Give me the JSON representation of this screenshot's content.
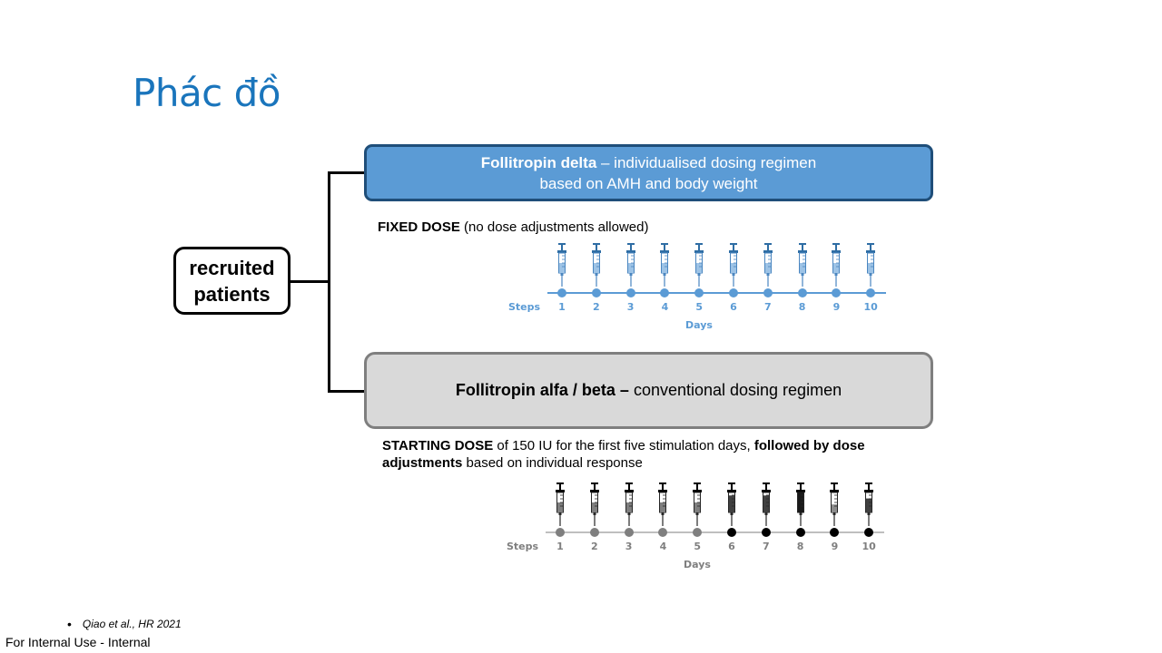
{
  "title": "Phác đồ",
  "recruited": {
    "line1": "recruited",
    "line2": "patients"
  },
  "delta_box": {
    "bold": "Follitropin delta",
    "rest": " – individualised dosing regimen",
    "line2": "based on AMH and body weight",
    "color": "#5b9bd5"
  },
  "fixed_note": {
    "bold": "FIXED DOSE",
    "rest": " (no dose adjustments allowed)"
  },
  "alfa_box": {
    "bold": "Follitropin alfa / beta –",
    "rest": " conventional dosing regimen",
    "color": "#d9d9d9"
  },
  "start_note": {
    "bold1": "STARTING DOSE",
    "text1": " of 150 IU for the first five stimulation days, ",
    "bold2": "followed by dose adjustments",
    "text2": " based on individual response"
  },
  "timeline_delta": {
    "steps_label": "Steps",
    "days_title": "Days",
    "days": [
      "1",
      "2",
      "3",
      "4",
      "5",
      "6",
      "7",
      "8",
      "9",
      "10"
    ],
    "color": "#5b9bd5",
    "fill_levels": [
      0.5,
      0.5,
      0.5,
      0.5,
      0.5,
      0.5,
      0.5,
      0.5,
      0.5,
      0.5
    ]
  },
  "timeline_alfa": {
    "steps_label": "Steps",
    "days_title": "Days",
    "days": [
      "1",
      "2",
      "3",
      "4",
      "5",
      "6",
      "7",
      "8",
      "9",
      "10"
    ],
    "label_color": "#7f7f7f",
    "dot_colors": [
      "#7f7f7f",
      "#7f7f7f",
      "#7f7f7f",
      "#7f7f7f",
      "#7f7f7f",
      "#000000",
      "#000000",
      "#000000",
      "#000000",
      "#000000"
    ],
    "fill_levels": [
      0.5,
      0.5,
      0.5,
      0.5,
      0.5,
      0.85,
      0.85,
      1.0,
      0.4,
      0.7
    ],
    "fill_colors": [
      "#7f7f7f",
      "#7f7f7f",
      "#7f7f7f",
      "#7f7f7f",
      "#7f7f7f",
      "#404040",
      "#404040",
      "#1a1a1a",
      "#8c8c8c",
      "#404040"
    ]
  },
  "footer": {
    "classification": "For Internal Use - Internal",
    "bullet": "•",
    "citation": "Qiao et al., HR 2021"
  }
}
